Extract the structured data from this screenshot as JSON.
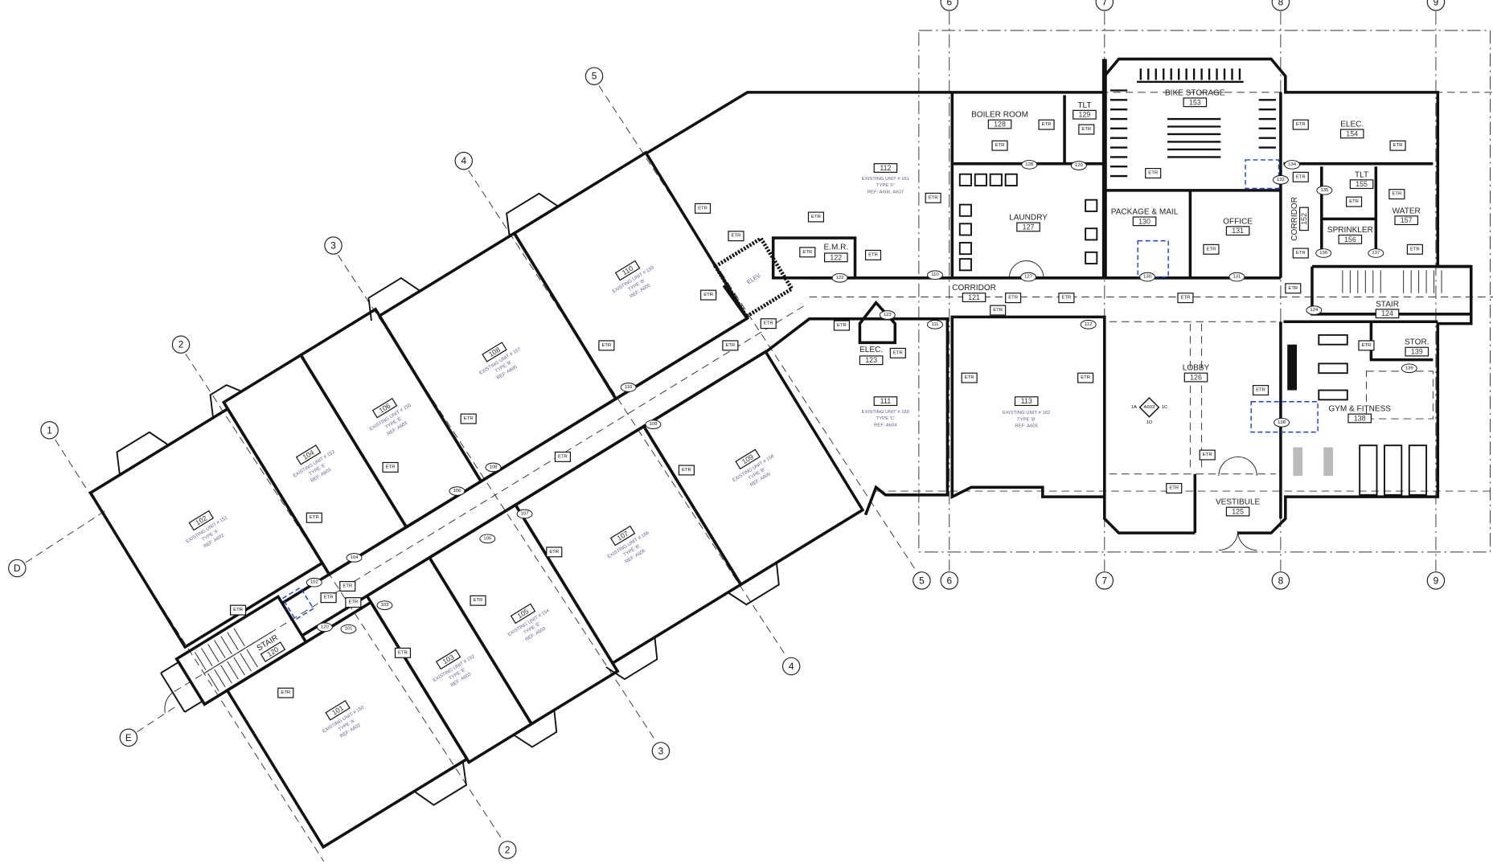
{
  "grid": {
    "numbers": [
      "1",
      "2",
      "3",
      "4",
      "5",
      "6",
      "7",
      "8",
      "9"
    ],
    "letters": [
      "D",
      "E"
    ]
  },
  "labels": {
    "etr": "ETR",
    "elev": "ELEV."
  },
  "wing_units": [
    {
      "number": "101",
      "unit": "EXISTING UNIT # 150",
      "type": "TYPE 'A'",
      "ref": "REF: A602"
    },
    {
      "number": "102",
      "unit": "EXISTING UNIT # 151",
      "type": "TYPE 'A'",
      "ref": "REF: A602"
    },
    {
      "number": "103",
      "unit": "EXISTING UNIT # 152",
      "type": "TYPE 'E'",
      "ref": "REF: A603"
    },
    {
      "number": "104",
      "unit": "EXISTING UNIT # 153",
      "type": "TYPE 'E'",
      "ref": "REF: A603"
    },
    {
      "number": "105",
      "unit": "EXISTING UNIT # 154",
      "type": "TYPE 'E'",
      "ref": "REF: A603"
    },
    {
      "number": "106",
      "unit": "EXISTING UNIT # 155",
      "type": "TYPE 'E'",
      "ref": "REF: A603"
    },
    {
      "number": "107",
      "unit": "EXISTING UNIT # 156",
      "type": "TYPE 'B'",
      "ref": "REF: A605"
    },
    {
      "number": "108",
      "unit": "EXISTING UNIT # 157",
      "type": "TYPE 'B'",
      "ref": "REF: A605"
    },
    {
      "number": "109",
      "unit": "EXISTING UNIT # 158",
      "type": "TYPE 'B'",
      "ref": "REF: A605"
    },
    {
      "number": "110",
      "unit": "EXISTING UNIT # 159",
      "type": "TYPE 'B'",
      "ref": "REF: A605"
    }
  ],
  "units": {
    "u111": {
      "number": "111",
      "unit": "EXISTING UNIT # 160",
      "type": "TYPE 'C'",
      "ref": "REF: A604"
    },
    "u112": {
      "number": "112",
      "unit": "EXISTING UNIT # 161",
      "type": "TYPE 'F'",
      "ref": "REF: A606, A607"
    },
    "u113": {
      "number": "113",
      "unit": "EXISTING UNIT # 162",
      "type": "TYPE 'B'",
      "ref": "REF: A605"
    }
  },
  "rooms": {
    "stair120": {
      "name": "STAIR",
      "number": "120"
    },
    "emr": {
      "name": "E.M.R.",
      "number": "122"
    },
    "elec123": {
      "name": "ELEC.",
      "number": "123"
    },
    "corridor121": {
      "name": "CORRIDOR",
      "number": "121"
    },
    "boiler": {
      "name": "BOILER ROOM",
      "number": "128"
    },
    "tlt129": {
      "name": "TLT",
      "number": "129"
    },
    "laundry": {
      "name": "LAUNDRY",
      "number": "127"
    },
    "bike": {
      "name": "BIKE STORAGE",
      "number": "153"
    },
    "package": {
      "name": "PACKAGE & MAIL",
      "number": "130"
    },
    "office": {
      "name": "OFFICE",
      "number": "131"
    },
    "elec154": {
      "name": "ELEC.",
      "number": "154"
    },
    "corridor152": {
      "name": "CORRIDOR",
      "number": "152"
    },
    "tlt155": {
      "name": "TLT",
      "number": "155"
    },
    "sprinkler": {
      "name": "SPRINKLER",
      "number": "156"
    },
    "water": {
      "name": "WATER",
      "number": "157"
    },
    "stair124": {
      "name": "STAIR",
      "number": "124"
    },
    "lobby": {
      "name": "LOBBY",
      "number": "126"
    },
    "vestibule": {
      "name": "VESTIBULE",
      "number": "125"
    },
    "gym": {
      "name": "GYM & FITNESS",
      "number": "138"
    },
    "stor": {
      "name": "STOR.",
      "number": "139"
    }
  },
  "elevation_marker": {
    "a": "1A",
    "ref": "A603",
    "c": "1C",
    "d": "1D"
  },
  "door_tags": [
    "128",
    "129",
    "127",
    "130",
    "131",
    "132",
    "134",
    "135",
    "136",
    "137",
    "110",
    "111",
    "112",
    "124",
    "138",
    "139",
    "122",
    "123",
    "102",
    "104",
    "106",
    "108",
    "110",
    "109",
    "107",
    "105",
    "103",
    "101",
    "120"
  ]
}
